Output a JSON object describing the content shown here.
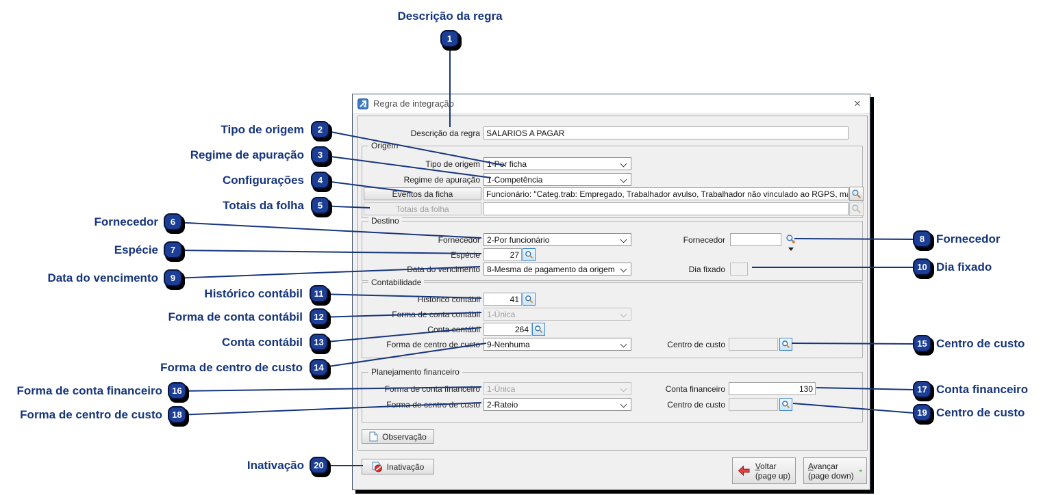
{
  "colors": {
    "callout_line": "#16357D",
    "badge_fill": "#1C3E96",
    "dialog_bg": "#F0F0F0"
  },
  "window": {
    "title": "Regra de integração",
    "close_glyph": "✕"
  },
  "form": {
    "descricao": {
      "label": "Descrição da regra",
      "value": "SALARIOS A PAGAR"
    },
    "origem": {
      "legend": "Origem",
      "tipo_origem": {
        "label": "Tipo de origem",
        "value": "1-Por ficha"
      },
      "regime_apuracao": {
        "label": "Regime de apuração",
        "value": "1-Competência"
      },
      "eventos_ficha": {
        "button": "Eventos da ficha",
        "value": "Funcionário: \"Categ.trab: Empregado, Trabalhador avulso, Trabalhador não vinculado ao RGPS, mas com direit"
      },
      "totais_folha": {
        "button": "Totais da folha",
        "value": ""
      }
    },
    "destino": {
      "legend": "Destino",
      "fornecedor_forma": {
        "label": "Fornecedor",
        "value": "2-Por funcionário"
      },
      "fornecedor_codigo": {
        "label": "Fornecedor",
        "value": ""
      },
      "especie": {
        "label": "Espécie",
        "value": "27"
      },
      "data_vencimento": {
        "label": "Data do vencimento",
        "value": "8-Mesma de pagamento da origem"
      },
      "dia_fixado": {
        "label": "Dia fixado",
        "value": ""
      }
    },
    "contabilidade": {
      "legend": "Contabilidade",
      "historico_contabil": {
        "label": "Histórico contábil",
        "value": "41"
      },
      "forma_conta_contabil": {
        "label": "Forma de conta contábil",
        "value": "1-Única"
      },
      "conta_contabil": {
        "label": "Conta contábil",
        "value": "264"
      },
      "forma_centro_custo": {
        "label": "Forma de centro de custo",
        "value": "9-Nenhuma"
      },
      "centro_custo": {
        "label": "Centro de custo",
        "value": ""
      }
    },
    "planejamento": {
      "legend": "Planejamento financeiro",
      "forma_conta_financeiro": {
        "label": "Forma de conta financeiro",
        "value": "1-Única"
      },
      "conta_financeiro": {
        "label": "Conta financeiro",
        "value": "130"
      },
      "forma_centro_custo": {
        "label": "Forma de centro de custo",
        "value": "2-Rateio"
      },
      "centro_custo": {
        "label": "Centro de custo",
        "value": ""
      }
    },
    "buttons": {
      "observacao": "Observação",
      "inativacao": "Inativação",
      "voltar": {
        "underline": "V",
        "rest": "oltar",
        "sub": "(page up)"
      },
      "avancar": {
        "underline": "A",
        "rest": "vançar",
        "sub": "(page down)"
      }
    }
  },
  "callouts": [
    {
      "num": "1",
      "label": "Descrição da regra"
    },
    {
      "num": "2",
      "label": "Tipo de origem"
    },
    {
      "num": "3",
      "label": "Regime de apuração"
    },
    {
      "num": "4",
      "label": "Configurações"
    },
    {
      "num": "5",
      "label": "Totais da folha"
    },
    {
      "num": "6",
      "label": "Fornecedor"
    },
    {
      "num": "7",
      "label": "Espécie"
    },
    {
      "num": "8",
      "label": "Fornecedor"
    },
    {
      "num": "9",
      "label": "Data do vencimento"
    },
    {
      "num": "10",
      "label": "Dia fixado"
    },
    {
      "num": "11",
      "label": "Histórico contábil"
    },
    {
      "num": "12",
      "label": "Forma de conta contábil"
    },
    {
      "num": "13",
      "label": "Conta contábil"
    },
    {
      "num": "14",
      "label": "Forma de centro de custo"
    },
    {
      "num": "15",
      "label": "Centro de custo"
    },
    {
      "num": "16",
      "label": "Forma de conta financeiro"
    },
    {
      "num": "17",
      "label": "Conta financeiro"
    },
    {
      "num": "18",
      "label": "Forma de centro de custo"
    },
    {
      "num": "19",
      "label": "Centro de custo"
    },
    {
      "num": "20",
      "label": "Inativação"
    }
  ]
}
